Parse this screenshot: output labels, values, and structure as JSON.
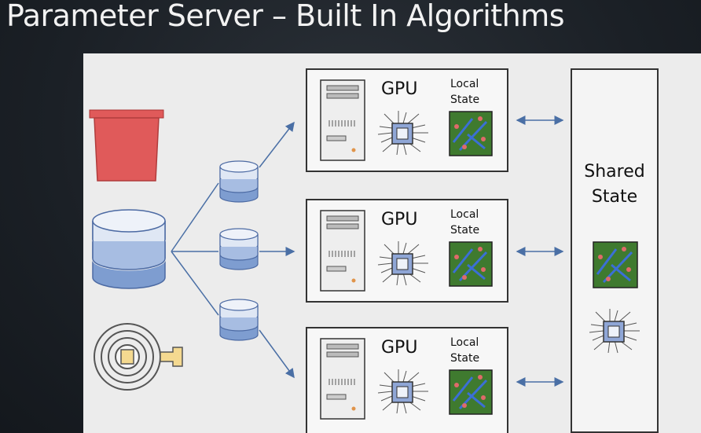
{
  "slide": {
    "title": "Parameter Server – Built In Algorithms"
  },
  "servers": [
    {
      "gpu_label": "GPU",
      "state_label": "Local\nState"
    },
    {
      "gpu_label": "GPU",
      "state_label": "Local\nState"
    },
    {
      "gpu_label": "GPU",
      "state_label": "Local\nState"
    }
  ],
  "shared": {
    "label": "Shared\nState"
  },
  "icons": {
    "bucket": "bucket-icon",
    "database": "database-icon",
    "stream": "data-stream-icon",
    "server": "server-tower-icon",
    "gpu": "gpu-chip-icon",
    "state": "state-map-icon",
    "arrow": "bidirectional-arrow-icon"
  },
  "colors": {
    "bucket": "#e05a5a",
    "db_light": "#d6e2f1",
    "db_dark": "#6f8fc5",
    "arrow": "#4a6fa5",
    "map_bg": "#3f7a2f",
    "chip": "#7a93c9"
  }
}
